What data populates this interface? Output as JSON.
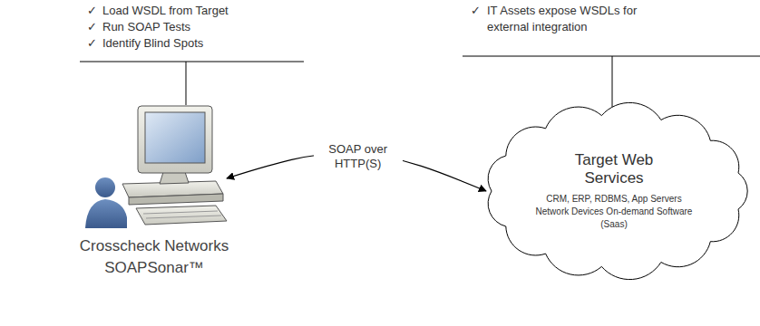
{
  "diagram": {
    "nodes": [
      {
        "text": [
          "Crosscheck Networks SOAPSonar™"
        ]
      },
      {
        "text": [
          "Target Web Services",
          "CRM, ERP, RDBMS, App Servers Network Devices On-demand Software (Saas)"
        ]
      }
    ],
    "edges": [
      {
        "from": 0,
        "to": 1,
        "label": "SOAP over HTTP(S)",
        "arrow": "both"
      }
    ],
    "labels": [
      "✓",
      "Load WSDL from Target",
      "✓",
      "Run SOAP Tests",
      "✓",
      "Identify Blind Spots",
      "✓",
      "IT Assets expose WSDLs for external integration"
    ]
  }
}
